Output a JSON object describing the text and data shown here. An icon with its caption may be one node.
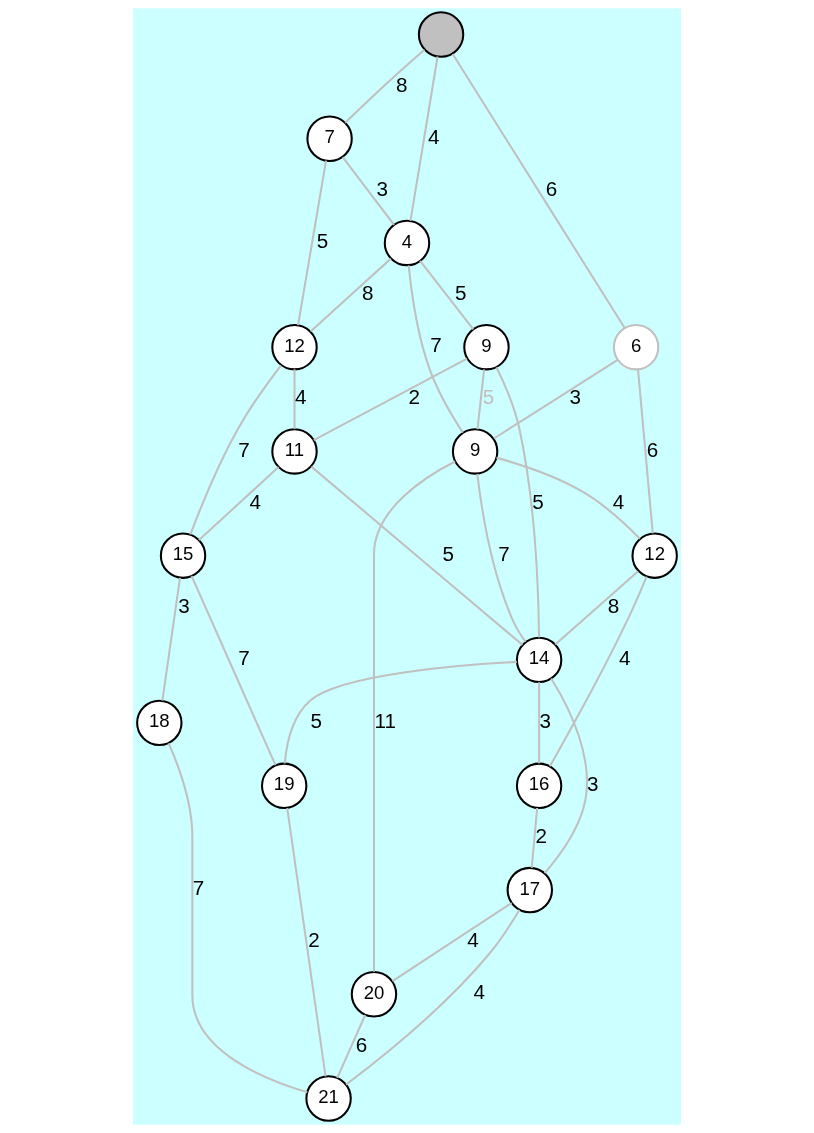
{
  "diagram": {
    "nodes": [
      {
        "text": [],
        "shape": "circle"
      },
      {
        "text": [
          "7"
        ]
      },
      {
        "text": [
          "4"
        ]
      },
      {
        "text": [
          "6"
        ]
      },
      {
        "text": [
          "9"
        ]
      },
      {
        "text": [
          "12"
        ]
      },
      {
        "text": [
          "9"
        ]
      },
      {
        "text": [
          "12"
        ]
      },
      {
        "text": [
          "11"
        ]
      },
      {
        "text": [
          "14"
        ]
      },
      {
        "text": [
          "16"
        ]
      },
      {
        "text": [
          "15"
        ]
      },
      {
        "text": [
          "17"
        ]
      },
      {
        "text": [
          "18"
        ]
      },
      {
        "text": [
          "19"
        ]
      },
      {
        "text": [
          "20"
        ]
      },
      {
        "text": [
          "21"
        ]
      }
    ],
    "edges": [
      {
        "from": 0,
        "to": 1,
        "arrow": "none",
        "label": "8"
      },
      {
        "from": 0,
        "to": 2,
        "arrow": "none",
        "label": "4"
      },
      {
        "from": 0,
        "to": 3,
        "arrow": "none",
        "label": "6"
      },
      {
        "from": 1,
        "to": 2,
        "arrow": "none",
        "label": "3"
      },
      {
        "from": 1,
        "to": 5,
        "arrow": "none",
        "label": "5"
      },
      {
        "from": 2,
        "to": 5,
        "arrow": "none",
        "label": "8"
      },
      {
        "from": 2,
        "to": 6,
        "arrow": "none",
        "label": "5"
      },
      {
        "from": 2,
        "to": 4,
        "arrow": "none",
        "label": "7"
      },
      {
        "from": 3,
        "to": 4,
        "arrow": "none",
        "label": "3"
      },
      {
        "from": 3,
        "to": 7,
        "arrow": "none",
        "label": "6"
      },
      {
        "from": 4,
        "to": 7,
        "arrow": "none",
        "label": "4"
      },
      {
        "from": 6,
        "to": 4,
        "arrow": "none",
        "label": "5"
      },
      {
        "from": 5,
        "to": 8,
        "arrow": "none",
        "label": "4"
      },
      {
        "from": 6,
        "to": 8,
        "arrow": "none",
        "label": "2"
      },
      {
        "from": 6,
        "to": 9,
        "arrow": "none",
        "label": "5"
      },
      {
        "from": 4,
        "to": 9,
        "arrow": "none",
        "label": "7"
      },
      {
        "from": 4,
        "to": 15,
        "arrow": "none",
        "label": "11"
      },
      {
        "from": 7,
        "to": 9,
        "arrow": "none",
        "label": "8"
      },
      {
        "from": 7,
        "to": 10,
        "arrow": "none",
        "label": "4"
      },
      {
        "from": 5,
        "to": 11,
        "arrow": "none",
        "label": "7"
      },
      {
        "from": 8,
        "to": 11,
        "arrow": "none",
        "label": "4"
      },
      {
        "from": 8,
        "to": 9,
        "arrow": "none",
        "label": "5"
      },
      {
        "from": 9,
        "to": 10,
        "arrow": "none",
        "label": "3"
      },
      {
        "from": 9,
        "to": 12,
        "arrow": "none",
        "label": "3"
      },
      {
        "from": 9,
        "to": 14,
        "arrow": "none",
        "label": "5"
      },
      {
        "from": 10,
        "to": 12,
        "arrow": "none",
        "label": "2"
      },
      {
        "from": 11,
        "to": 13,
        "arrow": "none",
        "label": "3"
      },
      {
        "from": 11,
        "to": 14,
        "arrow": "none",
        "label": "7"
      },
      {
        "from": 12,
        "to": 15,
        "arrow": "none",
        "label": "4"
      },
      {
        "from": 12,
        "to": 16,
        "arrow": "none",
        "label": "4"
      },
      {
        "from": 14,
        "to": 16,
        "arrow": "none",
        "label": "2"
      },
      {
        "from": 13,
        "to": 16,
        "arrow": "none",
        "label": "7"
      },
      {
        "from": 15,
        "to": 16,
        "arrow": "none",
        "label": "6"
      }
    ]
  }
}
